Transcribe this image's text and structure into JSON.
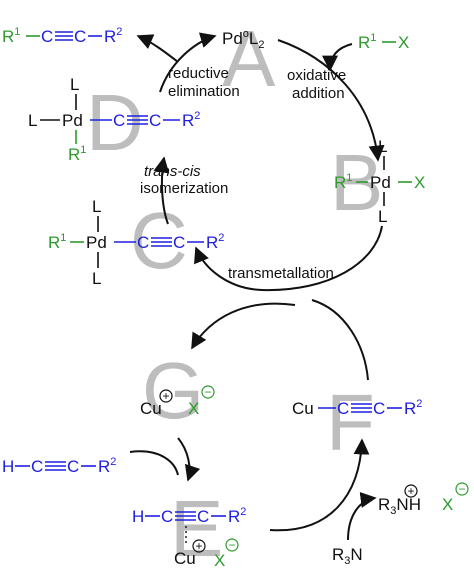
{
  "colors": {
    "ink": "#111111",
    "green": "#2e9a2e",
    "blue": "#1f1fe0",
    "letter_gray": "#bdbdbd"
  },
  "cycle_letters": {
    "a": "A",
    "b": "B",
    "c": "C",
    "d": "D",
    "e": "E",
    "f": "F",
    "g": "G"
  },
  "step_labels": {
    "reductive_1": "reductive",
    "reductive_2": "elimination",
    "oxidative_1": "oxidative",
    "oxidative_2": "addition",
    "trans_cis": "trans-cis",
    "isomerization": "isomerization",
    "transmetallation": "transmetallation"
  },
  "atoms": {
    "pd": "Pd",
    "pd0": "o",
    "ligand": "L",
    "ligand_count": "2",
    "r": "R",
    "sup1": "1",
    "sup2": "2",
    "h": "H",
    "x": "X",
    "cu": "Cu",
    "n": "N",
    "r3": "R",
    "sub3": "3",
    "plus": "+",
    "minus": "−"
  }
}
